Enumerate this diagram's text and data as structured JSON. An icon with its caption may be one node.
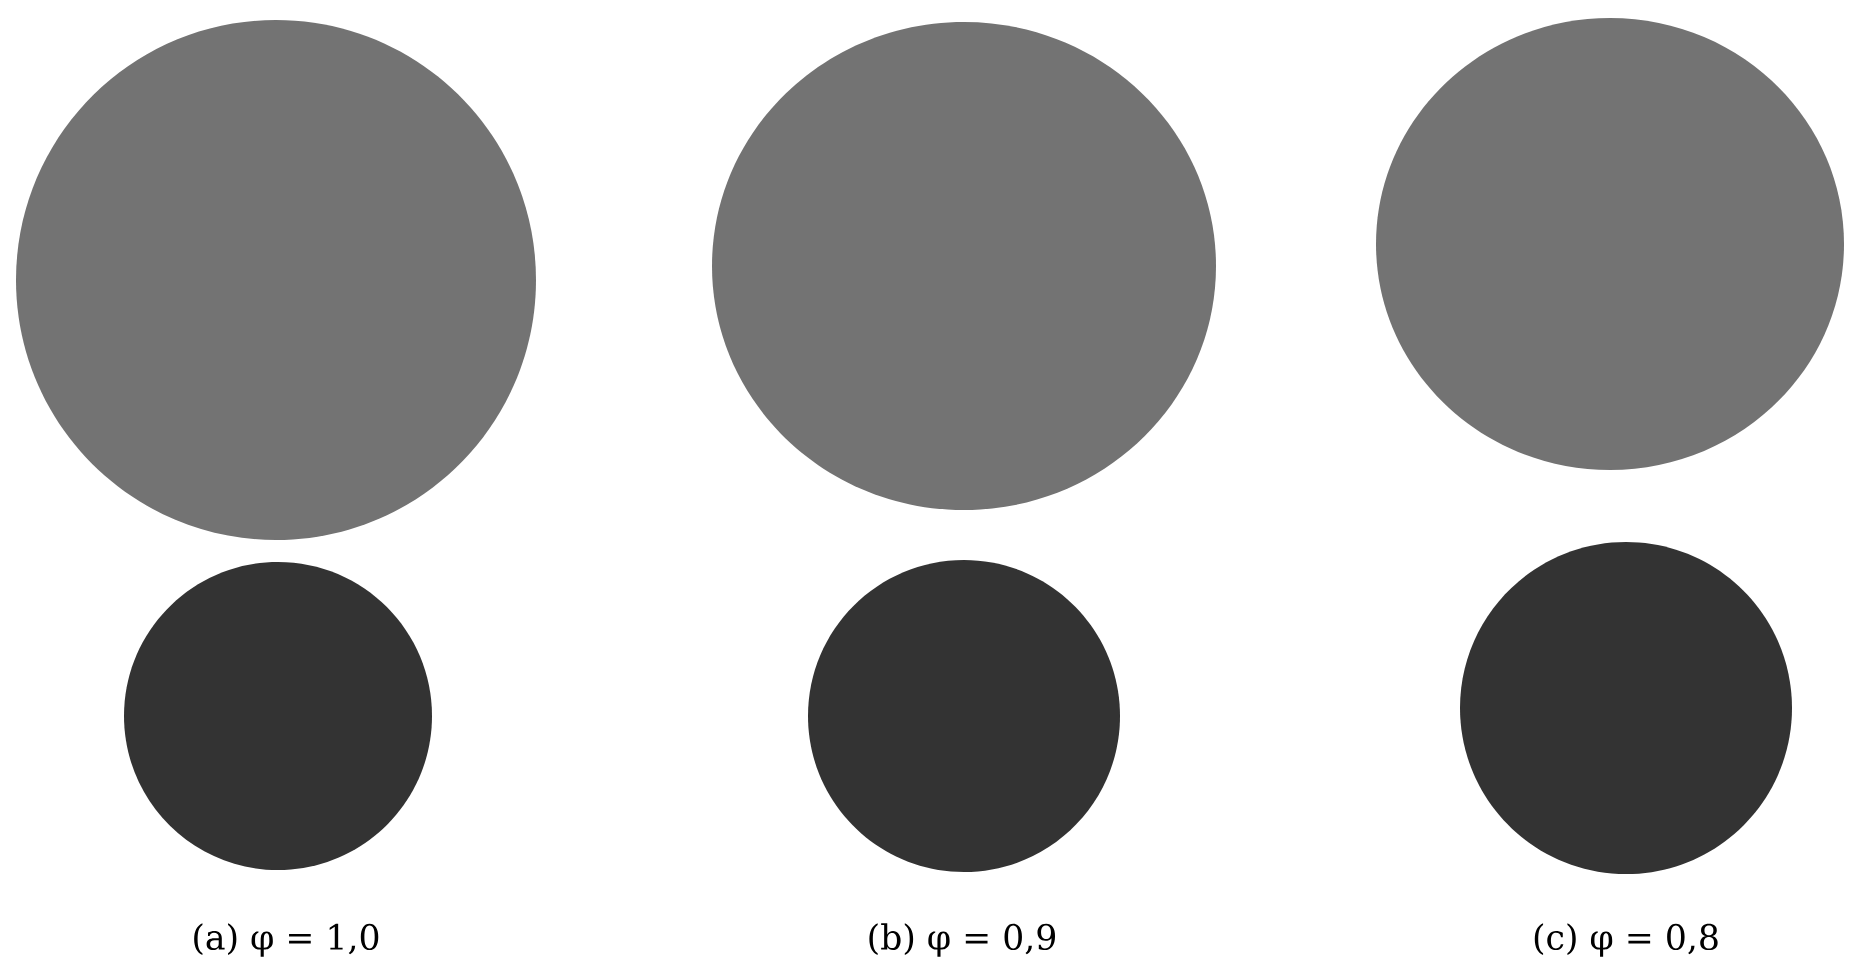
{
  "diagram": {
    "nodes": [
      {
        "text": [],
        "shape": "circle"
      },
      {
        "text": [],
        "shape": "circle"
      },
      {
        "text": [],
        "shape": "circle"
      },
      {
        "text": [],
        "shape": "circle"
      },
      {
        "text": [],
        "shape": "circle"
      },
      {
        "text": [],
        "shape": "circle"
      }
    ],
    "labels": [
      "(a) φ = 1,0",
      "(b) φ = 0,9",
      "(c) φ = 0,8"
    ]
  }
}
